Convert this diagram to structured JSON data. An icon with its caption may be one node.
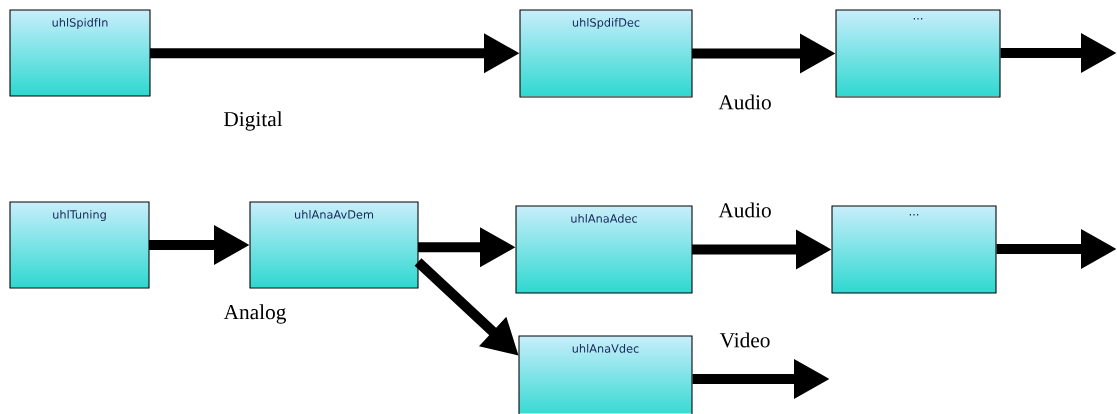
{
  "diagram": {
    "nodes": [
      {
        "text": [
          "uhlSpidfIn"
        ]
      },
      {
        "text": [
          "uhlSpdifDec"
        ]
      },
      {
        "text": [
          "..."
        ]
      },
      {
        "text": [
          "uhlTuning"
        ]
      },
      {
        "text": [
          "uhlAnaAvDem"
        ]
      },
      {
        "text": [
          "uhlAnaAdec"
        ]
      },
      {
        "text": [
          "..."
        ]
      },
      {
        "text": [
          "uhlAnaVdec"
        ]
      }
    ],
    "edges": [
      {
        "from": 0,
        "to": 1,
        "arrow": "to"
      },
      {
        "from": 1,
        "to": 2,
        "arrow": "to"
      },
      {
        "from": 2,
        "to": null,
        "arrow": "to"
      },
      {
        "from": 3,
        "to": 4,
        "arrow": "to"
      },
      {
        "from": 4,
        "to": 5,
        "arrow": "to"
      },
      {
        "from": 4,
        "to": 7,
        "arrow": "to"
      },
      {
        "from": 5,
        "to": 6,
        "arrow": "to"
      },
      {
        "from": 6,
        "to": null,
        "arrow": "to"
      },
      {
        "from": 7,
        "to": null,
        "arrow": "to"
      }
    ],
    "labels": [
      "Digital",
      "Audio",
      "Audio",
      "Analog",
      "Video"
    ]
  }
}
